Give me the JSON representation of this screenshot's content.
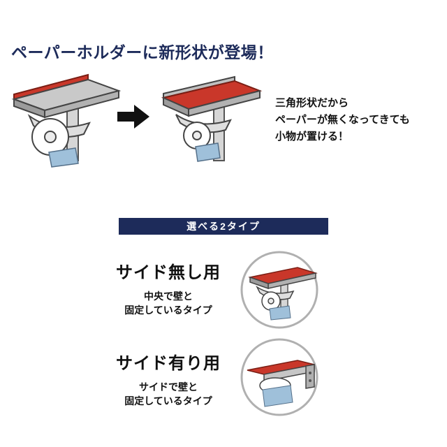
{
  "content": {
    "headline": "ペーパーホルダーに新形状が登場！",
    "benefit_lines": [
      "三角形状だから",
      "ペーパーが無くなってきても",
      "小物が置ける！"
    ],
    "banner_label": "選べる2タイプ",
    "types": [
      {
        "title": "サイド無し用",
        "desc_lines": [
          "中央で壁と",
          "固定しているタイプ"
        ]
      },
      {
        "title": "サイド有り用",
        "desc_lines": [
          "サイドで壁と",
          "固定しているタイプ"
        ]
      }
    ],
    "icons": {
      "arrow": "arrow-right-icon",
      "before": "flat-top-holder-illustration",
      "after": "triangle-top-holder-illustration",
      "type1": "center-mount-holder-illustration",
      "type2": "side-mount-holder-illustration"
    },
    "colors": {
      "navy": "#1d2b5a",
      "accent_red": "#c9372a",
      "holder_gray": "#c9c9c9",
      "paper_blue": "#9fc0da",
      "text_black": "#111111",
      "background": "#ffffff"
    }
  }
}
